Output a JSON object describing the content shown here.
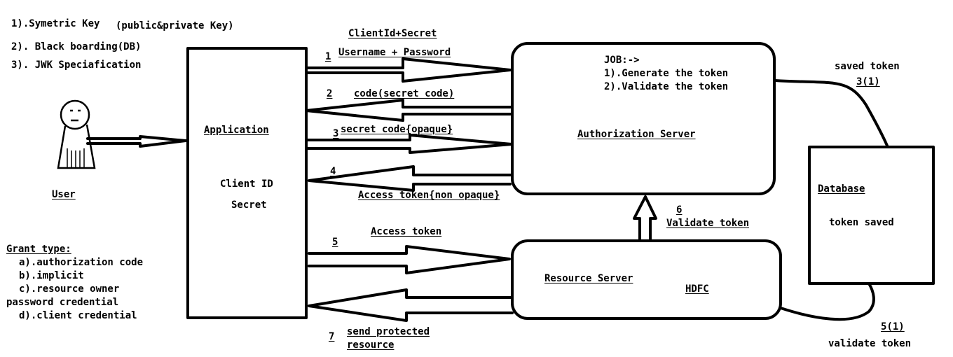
{
  "notes": {
    "items": [
      "1).Symetric Key",
      "(public&private Key)",
      "2). Black boarding(DB)",
      "3). JWK Speciafication"
    ]
  },
  "user": {
    "label": "User"
  },
  "application": {
    "title": "Application",
    "client_id": "Client ID",
    "secret": "Secret"
  },
  "auth_server": {
    "title": "Authorization Server",
    "job_heading": "JOB:->",
    "job_items": [
      "1).Generate the token",
      "2).Validate the token"
    ]
  },
  "resource_server": {
    "title": "Resource Server",
    "subtitle": "HDFC"
  },
  "database": {
    "title": "Database",
    "body": "token saved"
  },
  "flows": {
    "step1": {
      "number": "1",
      "label_top": "ClientId+Secret",
      "label": "Username + Password"
    },
    "step2": {
      "number": "2",
      "label": "code(secret code)"
    },
    "step3": {
      "number": "3",
      "label": "secret code{opaque}"
    },
    "step4": {
      "number": "4",
      "label": "Access token{non opaque}"
    },
    "step5": {
      "number": "5",
      "label": "Access token"
    },
    "step6": {
      "number": "6",
      "label": "Validate token"
    },
    "step7": {
      "number": "7",
      "label_line1": "send protected",
      "label_line2": "resource"
    }
  },
  "db_links": {
    "saved": {
      "label": "saved token",
      "step": "3(1)"
    },
    "validate": {
      "label": "validate token",
      "step": "5(1)"
    }
  },
  "grant_types": {
    "heading": "Grant type:",
    "items": [
      "a).authorization code",
      "b).implicit",
      "c).resource owner",
      "password credential",
      "d).client credential"
    ]
  }
}
